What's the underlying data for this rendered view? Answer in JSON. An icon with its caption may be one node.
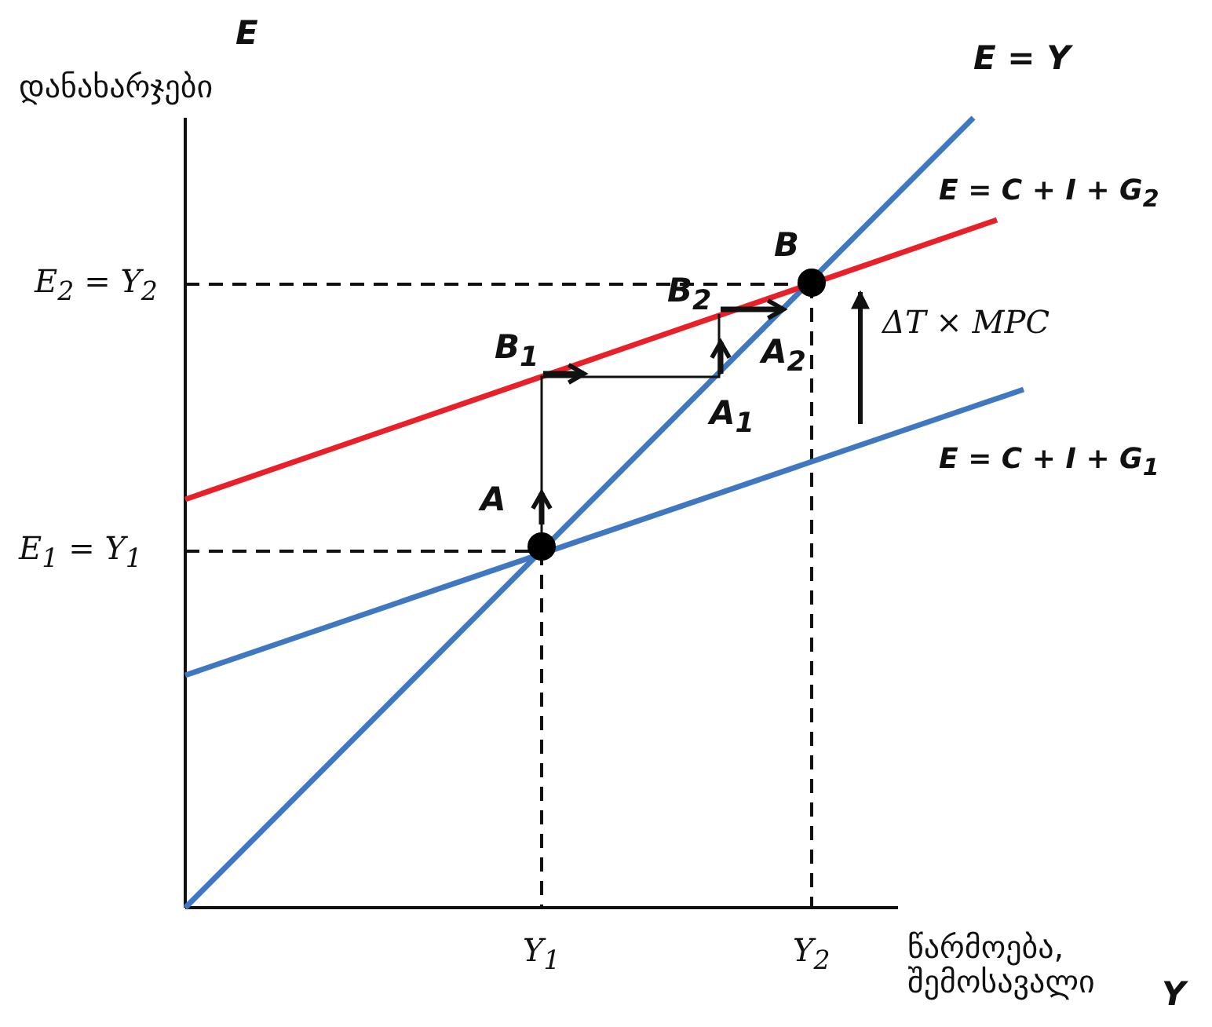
{
  "diagram": {
    "labels": [
      "E",
      "დანახარჯები",
      "E = Y",
      "E = C + I + G$_{2}$",
      "B",
      "E$_{2}$ = Y$_{2}$",
      "B$_{2}$",
      "ΔT × MPC",
      "B$_{1}$",
      "A$_{2}$",
      "A$_{1}$",
      "E = C + I + G$_{1}$",
      "A",
      "E$_{1}$ = Y$_{1}$",
      "Y$_{1}$",
      "Y$_{2}$",
      "წარმოება, შემოსავალი",
      "Y"
    ]
  }
}
